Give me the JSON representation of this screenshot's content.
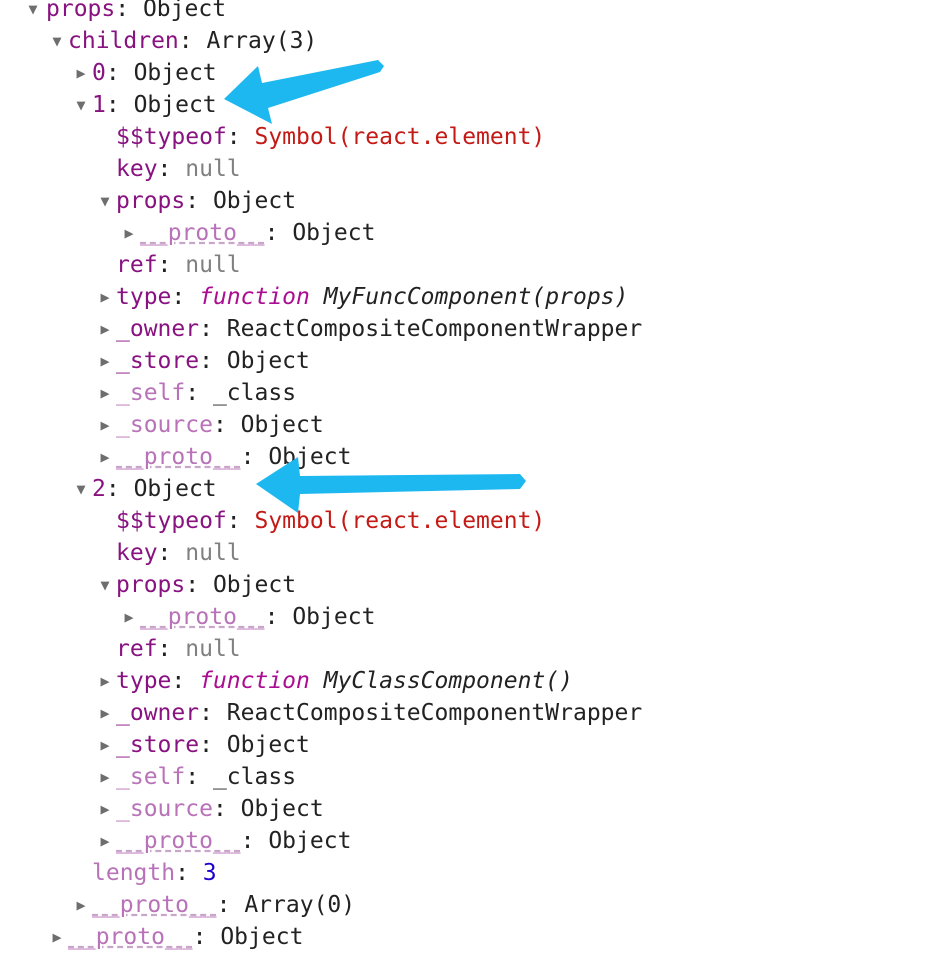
{
  "colors": {
    "key_own": "#881280",
    "key_dim": "#b872b8",
    "value_object": "#222222",
    "value_symbol": "#c41a16",
    "value_null": "#808080",
    "value_number": "#1c00cf",
    "value_function_keyword": "#aa0d91",
    "arrow": "#1eb8f0"
  },
  "icons": {
    "expanded": "triangle-down-icon",
    "collapsed": "triangle-right-icon",
    "annotation": "blue-arrow-icon"
  },
  "tree": [
    {
      "key": "props",
      "sep": ": ",
      "value": "Object",
      "kind": "obj",
      "dim": false,
      "expand": "open",
      "depth": 0
    },
    {
      "key": "children",
      "sep": ": ",
      "value": "Array(3)",
      "kind": "obj",
      "dim": false,
      "expand": "open",
      "depth": 1
    },
    {
      "key": "0",
      "sep": ": ",
      "value": "Object",
      "kind": "obj",
      "dim": false,
      "expand": "closed",
      "depth": 2
    },
    {
      "key": "1",
      "sep": ": ",
      "value": "Object",
      "kind": "obj",
      "dim": false,
      "expand": "open",
      "depth": 2,
      "arrow": "arrow-1"
    },
    {
      "key": "$$typeof",
      "sep": ": ",
      "value": "Symbol(react.element)",
      "kind": "sym",
      "dim": false,
      "expand": "none",
      "depth": 3
    },
    {
      "key": "key",
      "sep": ": ",
      "value": "null",
      "kind": "null",
      "dim": false,
      "expand": "none",
      "depth": 3
    },
    {
      "key": "props",
      "sep": ": ",
      "value": "Object",
      "kind": "obj",
      "dim": false,
      "expand": "open",
      "depth": 3
    },
    {
      "key": "__proto__",
      "sep": ": ",
      "value": "Object",
      "kind": "obj",
      "dim": true,
      "proto": true,
      "expand": "closed",
      "depth": 4
    },
    {
      "key": "ref",
      "sep": ": ",
      "value": "null",
      "kind": "null",
      "dim": false,
      "expand": "none",
      "depth": 3
    },
    {
      "key": "type",
      "sep": ": ",
      "fn_keyword": "function",
      "value": "MyFuncComponent(props)",
      "kind": "fn",
      "dim": false,
      "expand": "closed",
      "depth": 3
    },
    {
      "key": "_owner",
      "sep": ": ",
      "value": "ReactCompositeComponentWrapper",
      "kind": "obj",
      "dim": false,
      "expand": "closed",
      "depth": 3
    },
    {
      "key": "_store",
      "sep": ": ",
      "value": "Object",
      "kind": "obj",
      "dim": false,
      "expand": "closed",
      "depth": 3
    },
    {
      "key": "_self",
      "sep": ": ",
      "value": "_class",
      "kind": "obj",
      "dim": true,
      "expand": "closed",
      "depth": 3
    },
    {
      "key": "_source",
      "sep": ": ",
      "value": "Object",
      "kind": "obj",
      "dim": true,
      "expand": "closed",
      "depth": 3
    },
    {
      "key": "__proto__",
      "sep": ": ",
      "value": "Object",
      "kind": "obj",
      "dim": true,
      "proto": true,
      "expand": "closed",
      "depth": 3
    },
    {
      "key": "2",
      "sep": ": ",
      "value": "Object",
      "kind": "obj",
      "dim": false,
      "expand": "open",
      "depth": 2,
      "arrow": "arrow-2"
    },
    {
      "key": "$$typeof",
      "sep": ": ",
      "value": "Symbol(react.element)",
      "kind": "sym",
      "dim": false,
      "expand": "none",
      "depth": 3
    },
    {
      "key": "key",
      "sep": ": ",
      "value": "null",
      "kind": "null",
      "dim": false,
      "expand": "none",
      "depth": 3
    },
    {
      "key": "props",
      "sep": ": ",
      "value": "Object",
      "kind": "obj",
      "dim": false,
      "expand": "open",
      "depth": 3
    },
    {
      "key": "__proto__",
      "sep": ": ",
      "value": "Object",
      "kind": "obj",
      "dim": true,
      "proto": true,
      "expand": "closed",
      "depth": 4
    },
    {
      "key": "ref",
      "sep": ": ",
      "value": "null",
      "kind": "null",
      "dim": false,
      "expand": "none",
      "depth": 3
    },
    {
      "key": "type",
      "sep": ": ",
      "fn_keyword": "function",
      "value": "MyClassComponent()",
      "kind": "fn",
      "dim": false,
      "expand": "closed",
      "depth": 3
    },
    {
      "key": "_owner",
      "sep": ": ",
      "value": "ReactCompositeComponentWrapper",
      "kind": "obj",
      "dim": false,
      "expand": "closed",
      "depth": 3
    },
    {
      "key": "_store",
      "sep": ": ",
      "value": "Object",
      "kind": "obj",
      "dim": false,
      "expand": "closed",
      "depth": 3
    },
    {
      "key": "_self",
      "sep": ": ",
      "value": "_class",
      "kind": "obj",
      "dim": true,
      "expand": "closed",
      "depth": 3
    },
    {
      "key": "_source",
      "sep": ": ",
      "value": "Object",
      "kind": "obj",
      "dim": true,
      "expand": "closed",
      "depth": 3
    },
    {
      "key": "__proto__",
      "sep": ": ",
      "value": "Object",
      "kind": "obj",
      "dim": true,
      "proto": true,
      "expand": "closed",
      "depth": 3
    },
    {
      "key": "length",
      "sep": ": ",
      "value": "3",
      "kind": "num",
      "dim": true,
      "expand": "none",
      "depth": 2
    },
    {
      "key": "__proto__",
      "sep": ": ",
      "value": "Array(0)",
      "kind": "obj",
      "dim": true,
      "proto": true,
      "expand": "closed",
      "depth": 2
    },
    {
      "key": "__proto__",
      "sep": ": ",
      "value": "Object",
      "kind": "obj",
      "dim": true,
      "proto": true,
      "expand": "closed",
      "depth": 1
    }
  ]
}
